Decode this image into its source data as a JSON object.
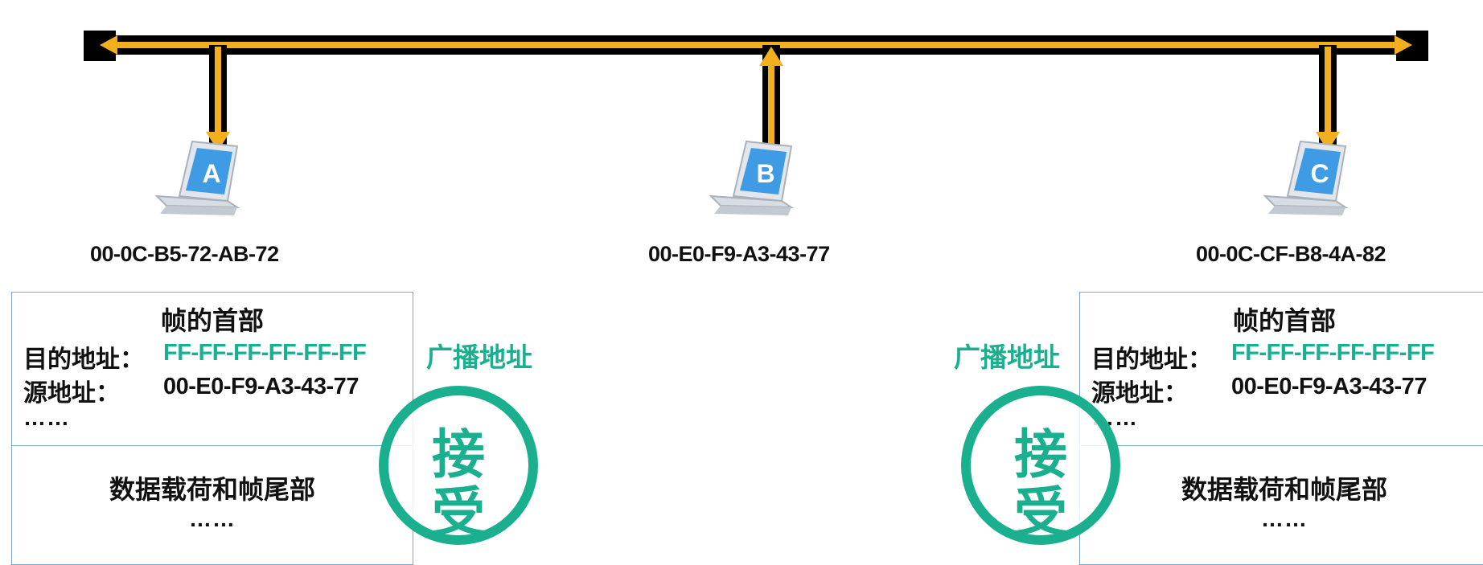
{
  "colors": {
    "bus": "#000000",
    "signal": "#f2b01e",
    "accent": "#1aaf8e",
    "frame_border": "#7fa7c9",
    "screen": "#3f9be3"
  },
  "hosts": [
    {
      "id": "A",
      "mac": "00-0C-B5-72-AB-72",
      "icon": "laptop-icon"
    },
    {
      "id": "B",
      "mac": "00-E0-F9-A3-43-77",
      "icon": "laptop-icon"
    },
    {
      "id": "C",
      "mac": "00-0C-CF-B8-4A-82",
      "icon": "laptop-icon"
    }
  ],
  "frames": [
    {
      "header_title": "帧的首部",
      "dest_label": "目的地址：",
      "dest_value": "FF-FF-FF-FF-FF-FF",
      "src_label": "源地址：",
      "src_value": "00-E0-F9-A3-43-77",
      "ellipsis": "……",
      "payload_title": "数据载荷和帧尾部",
      "payload_ellipsis": "……"
    },
    {
      "header_title": "帧的首部",
      "dest_label": "目的地址：",
      "dest_value": "FF-FF-FF-FF-FF-FF",
      "src_label": "源地址：",
      "src_value": "00-E0-F9-A3-43-77",
      "ellipsis": "……",
      "payload_title": "数据载荷和帧尾部",
      "payload_ellipsis": "……"
    }
  ],
  "annotations": {
    "broadcast": "广播地址",
    "accept_top": "接",
    "accept_bottom": "受"
  }
}
